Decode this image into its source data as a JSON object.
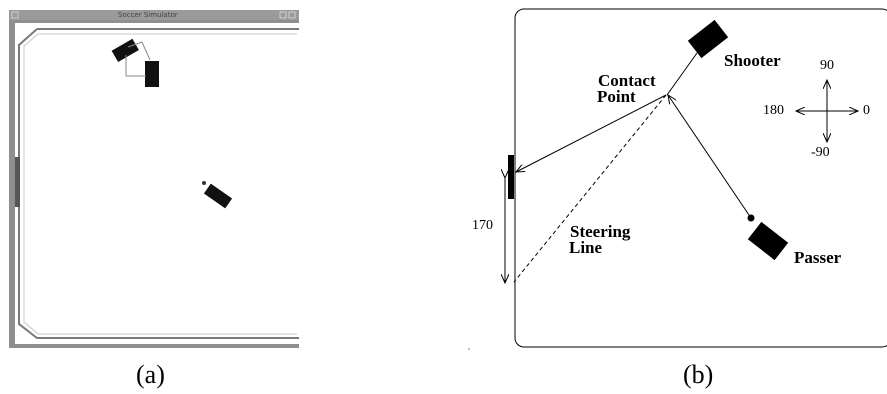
{
  "panel_a": {
    "window_title": "Soccer Simulator",
    "caption": "(a)"
  },
  "panel_b": {
    "caption": "(b)",
    "labels": {
      "shooter": "Shooter",
      "passer": "Passer",
      "contact_point": [
        "Contact",
        "Point"
      ],
      "steering_line": [
        "Steering",
        "Line"
      ],
      "distance": "170"
    },
    "compass": {
      "east": "0",
      "north": "90",
      "west": "180",
      "south": "-90"
    }
  }
}
